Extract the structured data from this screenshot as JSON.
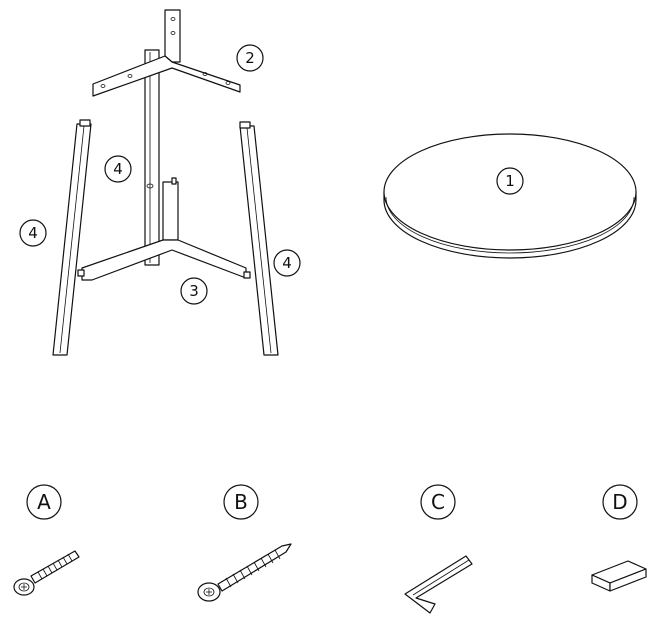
{
  "parts": [
    {
      "id": "top",
      "label": "1"
    },
    {
      "id": "upper-frame",
      "label": "2"
    },
    {
      "id": "lower-frame",
      "label": "3"
    },
    {
      "id": "leg-center",
      "label": "4"
    },
    {
      "id": "leg-left",
      "label": "4"
    },
    {
      "id": "leg-right",
      "label": "4"
    }
  ],
  "hardware": [
    {
      "id": "bolt",
      "label": "A"
    },
    {
      "id": "screw",
      "label": "B"
    },
    {
      "id": "hex-key",
      "label": "C"
    },
    {
      "id": "pad",
      "label": "D"
    }
  ]
}
